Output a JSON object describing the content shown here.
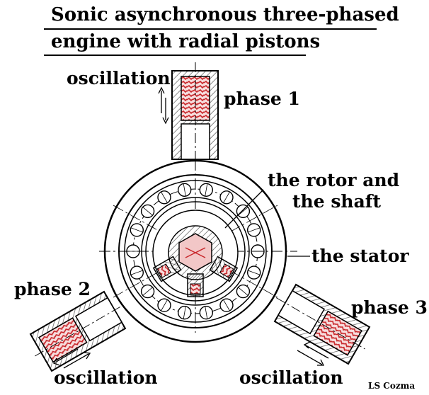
{
  "title": {
    "line1": "Sonic asynchronous three-phased",
    "line2": "engine with radial pistons"
  },
  "labels": {
    "oscillation_top": "oscillation",
    "phase1": "phase 1",
    "rotor_line1": "the rotor and",
    "rotor_line2": "the shaft",
    "stator": "the stator",
    "phase2": "phase 2",
    "phase3": "phase 3",
    "oscillation_left": "oscillation",
    "oscillation_right": "oscillation"
  },
  "credit": "LS Cozma",
  "colors": {
    "ink": "#000000",
    "piston_red": "#c8262a",
    "rotor_fill": "#f2c7c7",
    "hatch_gray": "#777777"
  }
}
